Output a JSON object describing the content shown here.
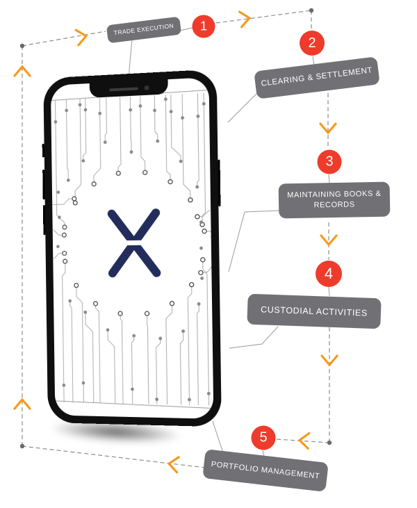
{
  "infographic": {
    "steps": [
      {
        "number": "1",
        "label": "TRADE EXECUTION"
      },
      {
        "number": "2",
        "label": "CLEARING & SETTLEMENT"
      },
      {
        "number": "3",
        "label": "MAINTAINING BOOKS & RECORDS"
      },
      {
        "number": "4",
        "label": "CUSTODIAL ACTIVITIES"
      },
      {
        "number": "5",
        "label": "PORTFOLIO MANAGEMENT"
      }
    ],
    "phone": {
      "logo_icon": "x-logo"
    },
    "colors": {
      "step_badge": "#ee3b2b",
      "label_pill": "#717175",
      "flow_arrow": "#f8991d",
      "dashed_line": "#8c8c8c",
      "logo_navy": "#232d5c",
      "circuit_trace": "#ababab"
    }
  }
}
